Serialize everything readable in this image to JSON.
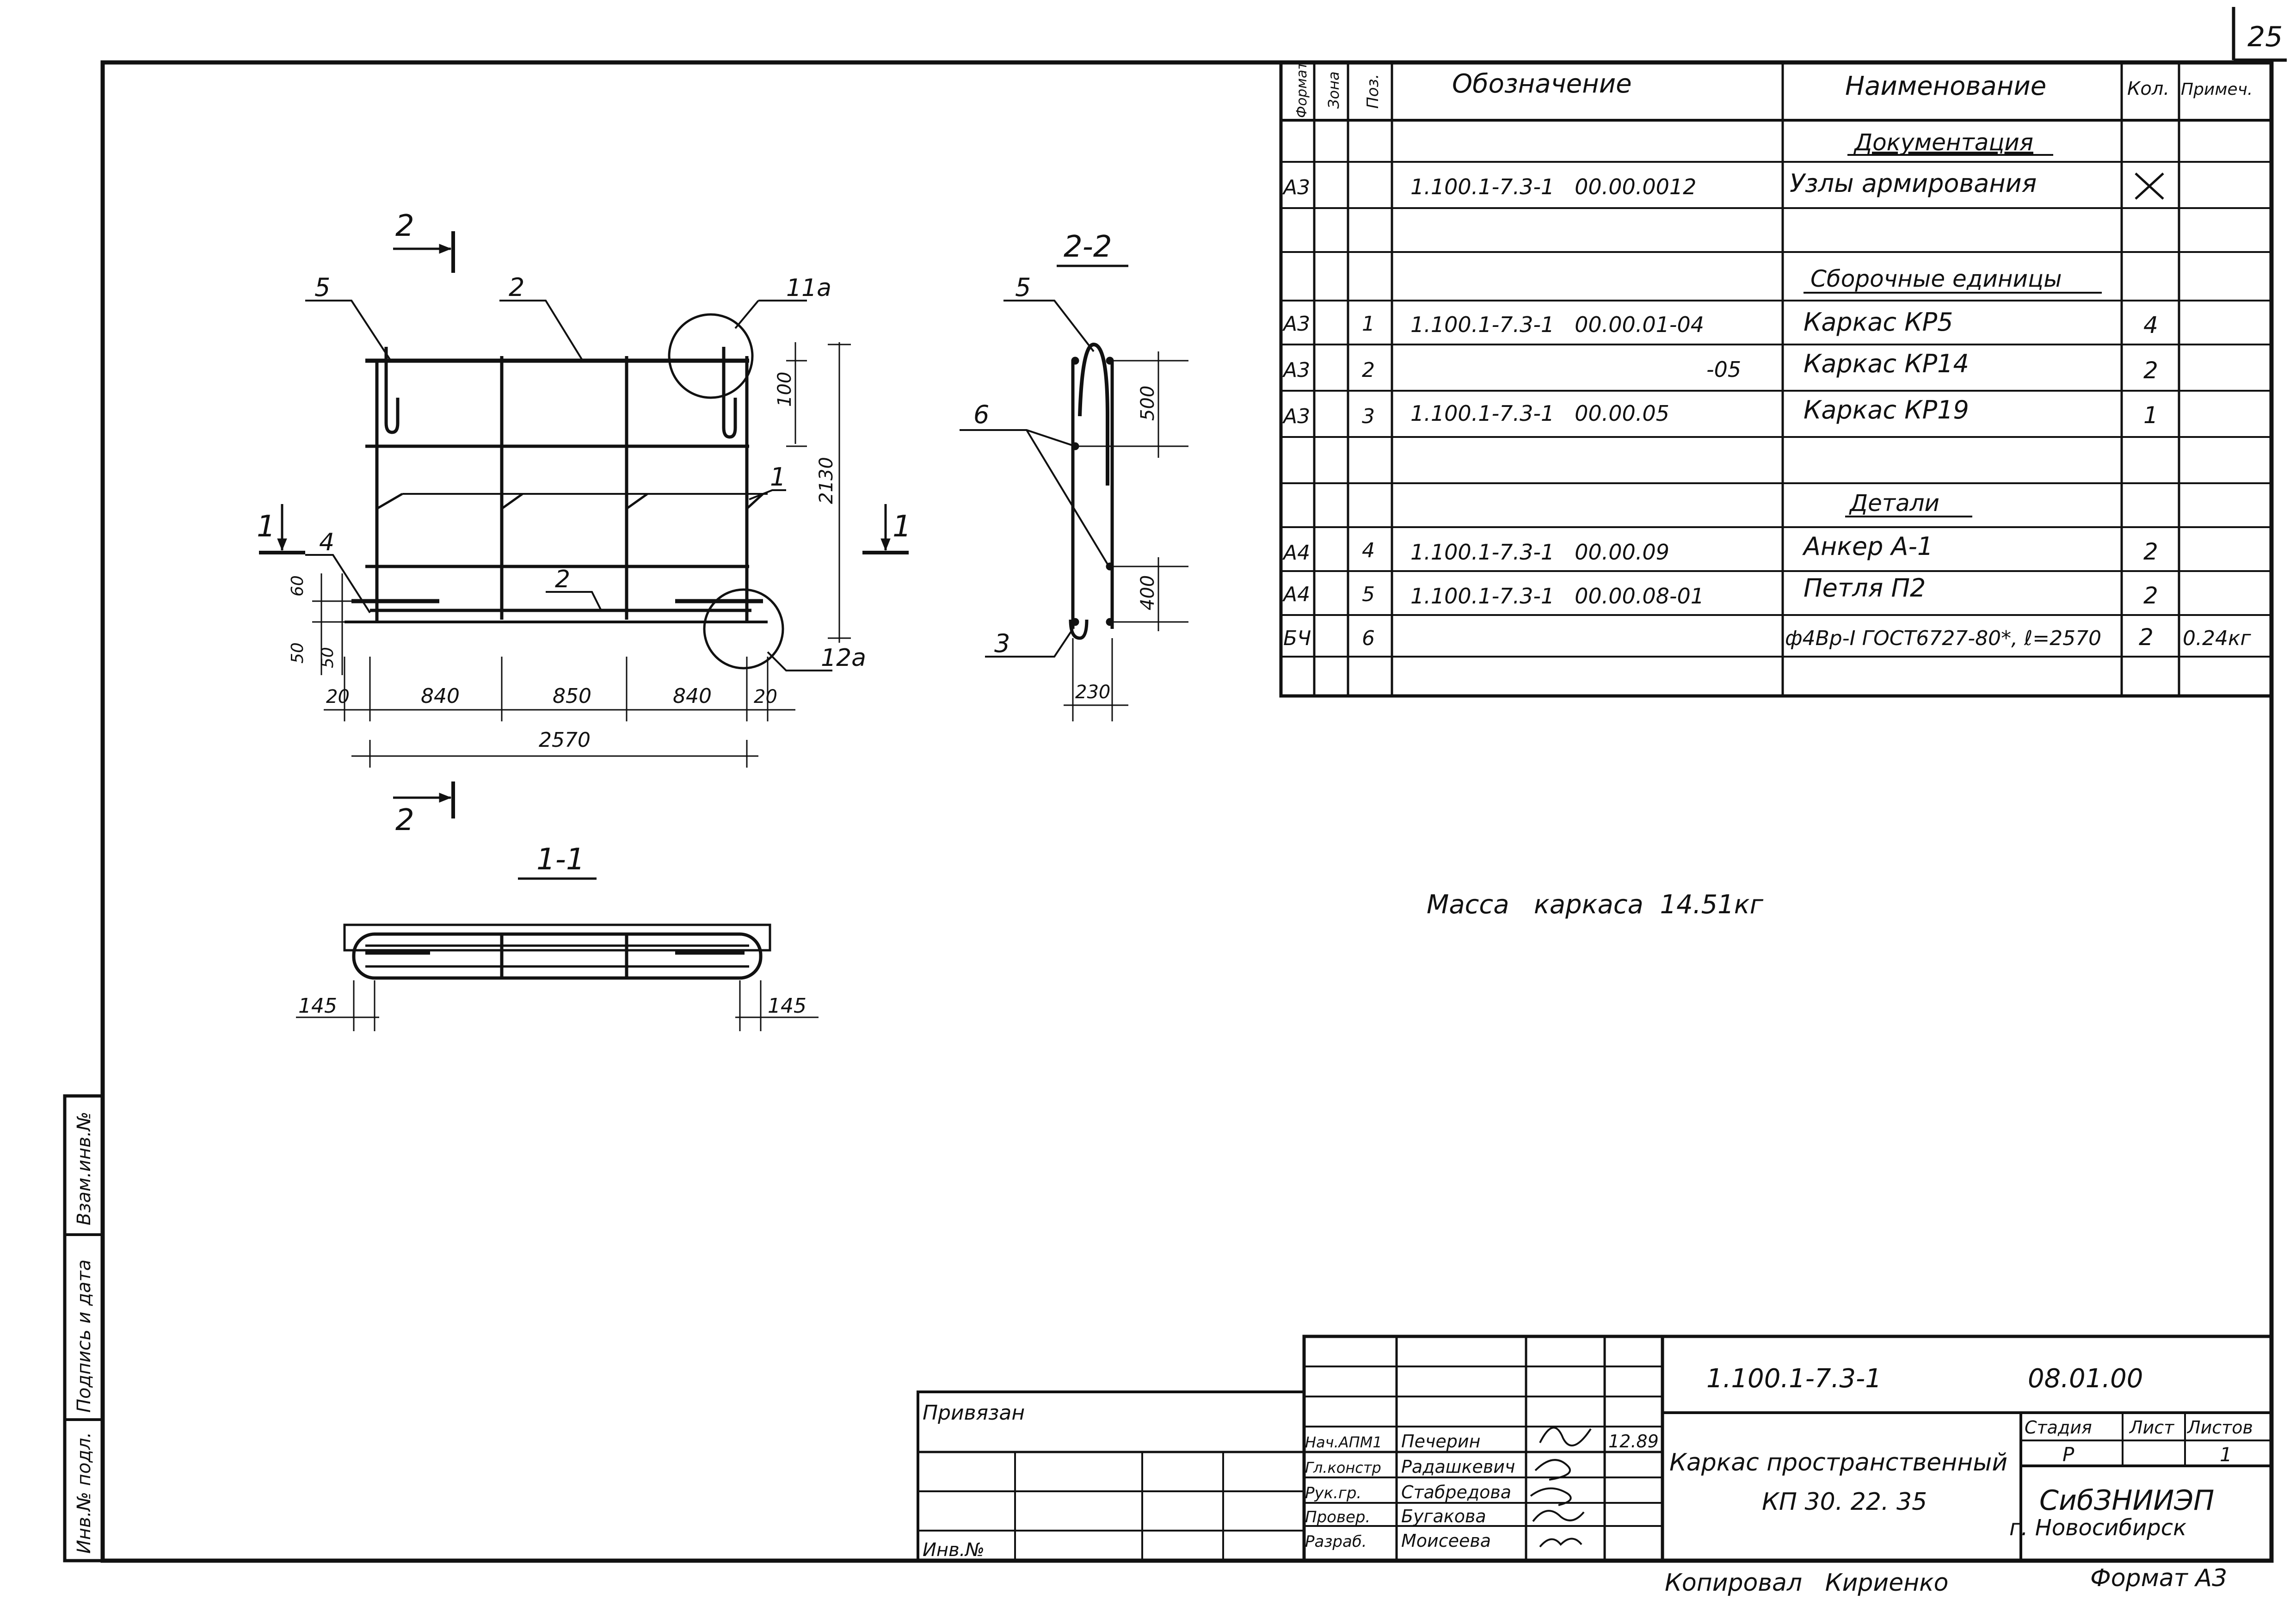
{
  "page_number": "25",
  "spec_table": {
    "headers": {
      "format": "Формат",
      "zone": "Зона",
      "pos": "Поз.",
      "designation": "Обозначение",
      "name": "Наименование",
      "qty": "Кол.",
      "note": "Примеч."
    },
    "rows": [
      {
        "section": "Документация"
      },
      {
        "format": "А3",
        "zone": "",
        "pos": "",
        "designation": "1.100.1-7.3-1   00.00.0012",
        "name": "Узлы армирования",
        "qty": "×",
        "note": ""
      },
      {
        "section": "Сборочные единицы"
      },
      {
        "format": "А3",
        "zone": "",
        "pos": "1",
        "designation": "1.100.1-7.3-1   00.00.01-04",
        "name": "Каркас КР5",
        "qty": "4",
        "note": ""
      },
      {
        "format": "А3",
        "zone": "",
        "pos": "2",
        "designation": "-05",
        "name": "Каркас КР14",
        "qty": "2",
        "note": ""
      },
      {
        "format": "А3",
        "zone": "",
        "pos": "3",
        "designation": "1.100.1-7.3-1   00.00.05",
        "name": "Каркас КР19",
        "qty": "1",
        "note": ""
      },
      {
        "section": "Детали"
      },
      {
        "format": "А4",
        "zone": "",
        "pos": "4",
        "designation": "1.100.1-7.3-1   00.00.09",
        "name": "Анкер А-1",
        "qty": "2",
        "note": ""
      },
      {
        "format": "А4",
        "zone": "",
        "pos": "5",
        "designation": "1.100.1-7.3-1   00.00.08-01",
        "name": "Петля П2",
        "qty": "2",
        "note": ""
      },
      {
        "format": "БЧ",
        "zone": "",
        "pos": "6",
        "designation": "",
        "name": "ф4Вр-I ГОСТ6727-80*, ℓ=2570",
        "qty": "2",
        "note": "0.24кг"
      }
    ]
  },
  "mass_note": "Масса   каркаса  14.51кг",
  "views": {
    "section_2_2_title": "2-2",
    "section_1_1_title": "1-1",
    "cut_mark_2": "2",
    "cut_mark_1": "1",
    "callouts": {
      "c5": "5",
      "c2": "2",
      "c11a": "11а",
      "c1": "1",
      "c4": "4",
      "c2b": "2",
      "c12a": "12а",
      "c5b": "5",
      "c6": "6",
      "c3": "3"
    },
    "dims": {
      "d100": "100",
      "d2130": "2130",
      "d60": "60",
      "d50a": "50",
      "d50b": "50",
      "d20a": "20",
      "d840a": "840",
      "d850": "850",
      "d840b": "840",
      "d20b": "20",
      "d2570": "2570",
      "d500": "500",
      "d400": "400",
      "d230": "230",
      "d145a": "145",
      "d145b": "145"
    }
  },
  "title_block": {
    "doc_code": "1.100.1-7.3-1",
    "sheet_code": "08.01.00",
    "privyazan": "Привязан",
    "inv_no": "Инв.№",
    "roles": [
      "Нач.АПМ1",
      "Гл.констр",
      "Рук.гр.",
      "Провер.",
      "Разраб."
    ],
    "names": [
      "Печерин",
      "Радашкевич",
      "Стабредова",
      "Бугакова",
      "Моисеева"
    ],
    "date": "12.89",
    "title_line1": "Каркас пространственный",
    "title_line2": "КП 30. 22. 35",
    "stage_label": "Стадия",
    "sheet_label": "Лист",
    "sheets_label": "Листов",
    "stage": "Р",
    "sheets": "1",
    "org_line1": "СибЗНИИЭП",
    "org_line2": "г. Новосибирск",
    "copied_by": "Копировал   Кириенко",
    "format": "Формат А3"
  },
  "side_stamp": {
    "inv_podl": "Инв.№ подл.",
    "podpis": "Подпись и дата",
    "vzam": "Взам.инв.№"
  }
}
